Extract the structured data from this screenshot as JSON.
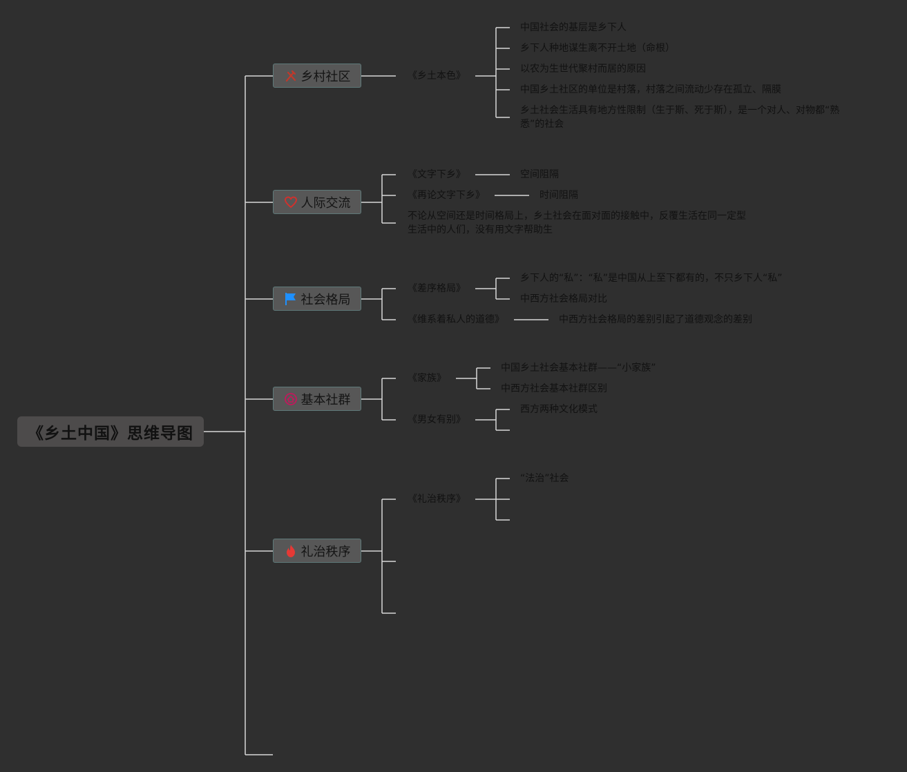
{
  "root": {
    "title": "《乡土中国》思维导图"
  },
  "topics": [
    {
      "label": "乡村社区",
      "icon": "tools-icon",
      "icon_color": "#c0392b"
    },
    {
      "label": "人际交流",
      "icon": "heart-icon",
      "icon_color": "#d0312d"
    },
    {
      "label": "社会格局",
      "icon": "flag-icon",
      "icon_color": "#1e90ff"
    },
    {
      "label": "基本社群",
      "icon": "home-icon",
      "icon_color": "#c2185b"
    },
    {
      "label": "礼治秩序",
      "icon": "fire-icon",
      "icon_color": "#e53935"
    }
  ],
  "branch1": {
    "sub": "《乡土本色》",
    "items": [
      "中国社会的基层是乡下人",
      "乡下人种地谋生离不开土地（命根）",
      "以农为生世代聚村而居的原因",
      "中国乡土社区的单位是村落，村落之间流动少存在孤立、隔膜",
      "乡土社会生活具有地方性限制（生于斯、死于斯），是一个对人、对物都“熟悉”的社会"
    ]
  },
  "branch2": {
    "sub1": "《文字下乡》",
    "sub1_item": "空间阻隔",
    "sub2": "《再论文字下乡》",
    "sub2_item": "时间阻隔",
    "note": "不论从空间还是时间格局上，乡土社会在面对面的接触中，反覆生活在同一定型生活中的人们，没有用文字帮助生"
  },
  "branch3": {
    "sub1": "《差序格局》",
    "sub1_items": [
      "乡下人的“私”：“私”是中国从上至下都有的，不只乡下人“私”",
      "中西方社会格局对比"
    ],
    "sub2": "《维系着私人的道德》",
    "sub2_item": "中西方社会格局的差别引起了道德观念的差别"
  },
  "branch4": {
    "sub1": "《家族》",
    "sub1_items": [
      "中国乡土社会基本社群——“小家族”",
      "中西方社会基本社群区别"
    ],
    "sub2": "《男女有别》",
    "sub2_items": [
      "西方两种文化模式"
    ]
  },
  "branch5": {
    "sub1": "《礼治秩序》",
    "sub1_items": [
      "“法治”社会"
    ]
  },
  "colors": {
    "background": "#2f2f2f",
    "line": "#d9d9d9",
    "text": "#111111"
  }
}
